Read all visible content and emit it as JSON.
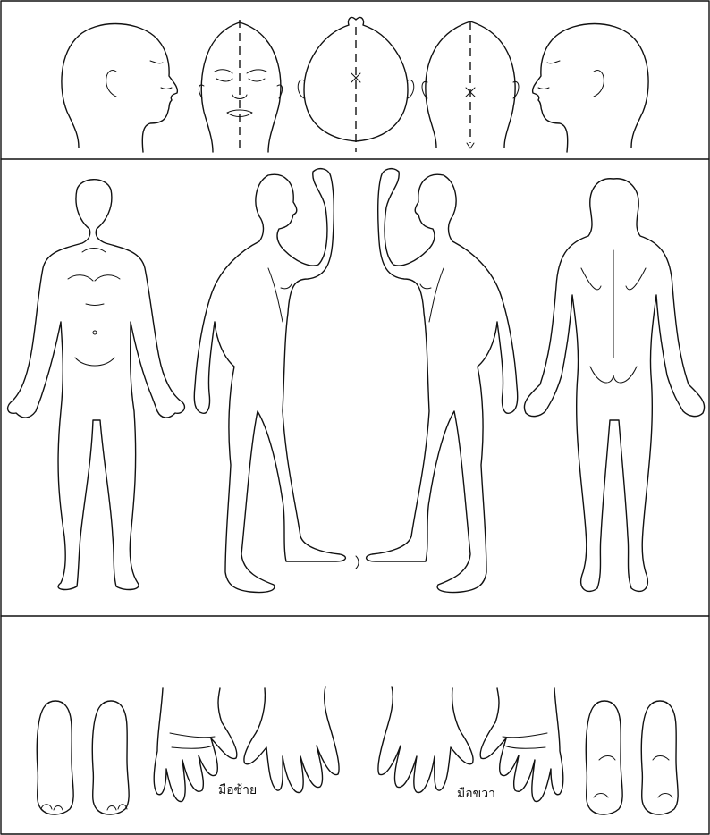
{
  "labels": {
    "left_hand": "มือซ้าย",
    "right_hand": "มือขวา"
  },
  "panels": [
    "head-views",
    "body-views",
    "hands-feet-views"
  ],
  "colors": {
    "line": "#111111",
    "background": "#ffffff"
  }
}
